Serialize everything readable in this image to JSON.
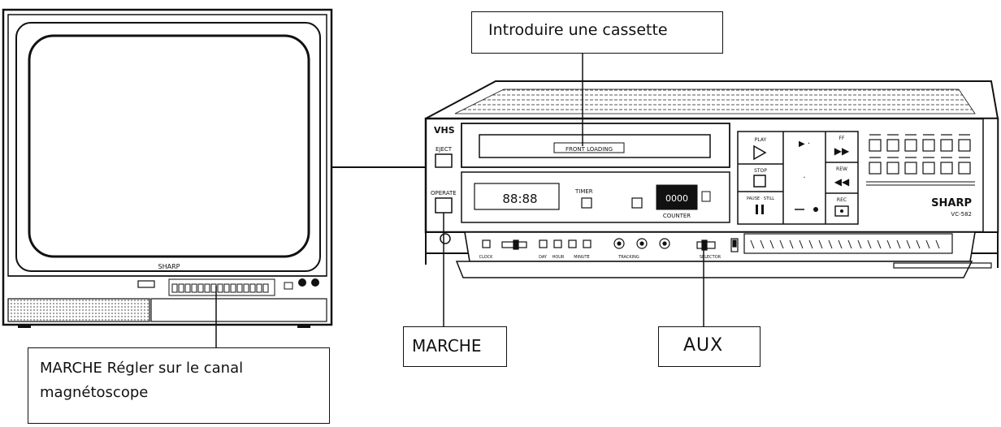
{
  "callouts": {
    "insert_cassette": "Introduire une cassette",
    "marche_tv": "MARCHE  Régler sur le canal magnétoscope",
    "marche_vcr": "MARCHE",
    "aux": "AUX"
  },
  "tv": {
    "brand": "SHARP"
  },
  "vcr": {
    "logo": "VHS",
    "brand": "SHARP",
    "model": "VC-582",
    "front_loading": "FRONT LOADING",
    "eject": "EJECT",
    "operate": "OPERATE",
    "timer": "TIMER",
    "counter": "COUNTER",
    "counter_value": "0000",
    "clock_display": "88:88",
    "play": "PLAY",
    "stop": "STOP",
    "pause_still": "PAUSE · STILL",
    "ff": "FF",
    "rew": "REW",
    "rec": "REC",
    "panel_labels": [
      "CLOCK",
      "DAY",
      "HOUR",
      "MINUTE",
      "TRACKING",
      "SELECTOR"
    ]
  },
  "colors": {
    "line": "#111111",
    "fill": "#ffffff",
    "shade": "#dddddd"
  }
}
